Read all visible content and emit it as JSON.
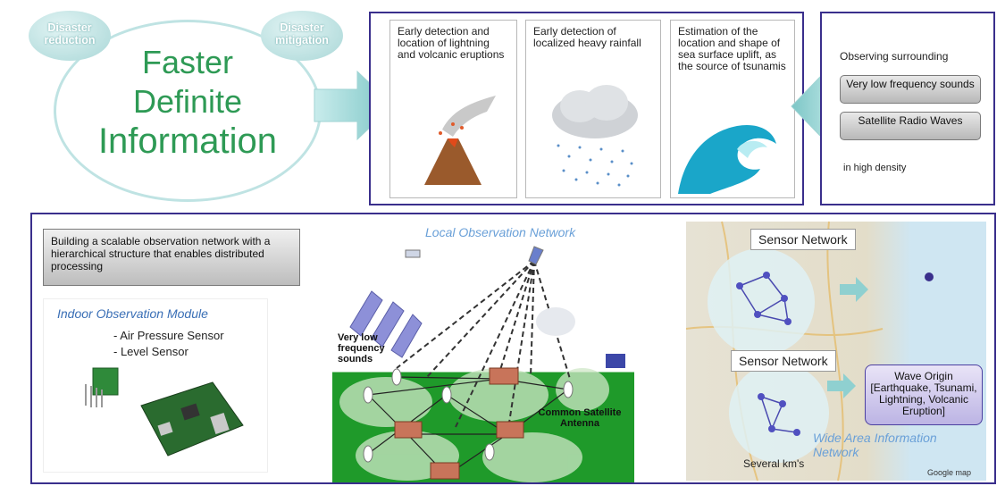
{
  "header": {
    "bubble_left": "Disaster\nreduction",
    "bubble_right": "Disaster\nmitigation",
    "main_title": [
      "Faster",
      "Definite",
      "Information"
    ]
  },
  "detection_cards": [
    {
      "text": "Early detection and location of lightning and volcanic eruptions",
      "icon": "volcano-icon"
    },
    {
      "text": "Early detection of localized heavy rainfall",
      "icon": "rain-cloud-icon"
    },
    {
      "text": "Estimation of the location and shape of sea surface uplift, as the source of tsunamis",
      "icon": "wave-icon"
    }
  ],
  "observing": {
    "title": "Observing surrounding",
    "items": [
      "Very low frequency sounds",
      "Satellite Radio Waves"
    ],
    "footer": "in high density"
  },
  "bottom": {
    "building_text": "Building a scalable observation network with a hierarchical structure that enables distributed processing",
    "indoor_title": "Indoor Observation Module",
    "indoor_items": [
      "- Air Pressure Sensor",
      "- Level Sensor"
    ],
    "local_network_title": "Local Observation Network",
    "vlf_label": "Very low frequency sounds",
    "satellite_antenna_label": "Common Satellite Antenna",
    "sensor_network_1": "Sensor Network",
    "sensor_network_2": "Sensor Network",
    "wave_origin": "Wave Origin [Earthquake, Tsunami, Lightning, Volcanic Eruption]",
    "several_km": "Several km's",
    "wide_area_title": "Wide Area Information Network",
    "google_map": "Google map"
  },
  "colors": {
    "panel_border": "#3a2f8c",
    "title_green": "#2e9a55",
    "arrow_teal": "#8fd0d0",
    "field_green": "#1f9a2a",
    "map_water": "#cfe6f2"
  }
}
